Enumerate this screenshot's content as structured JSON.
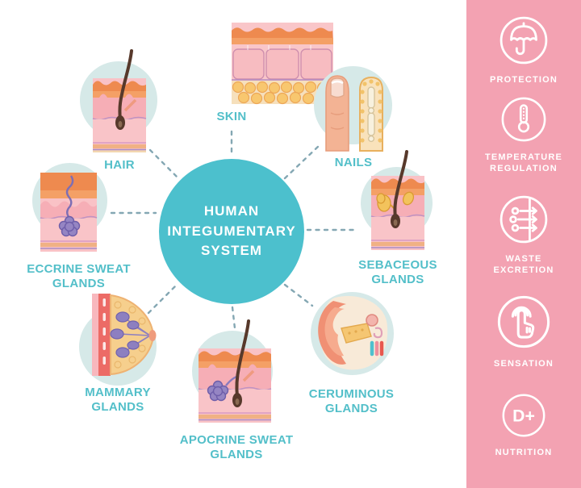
{
  "title": {
    "lines": [
      "HUMAN",
      "INTEGUMENTARY",
      "SYSTEM"
    ]
  },
  "nodes": [
    {
      "id": "skin",
      "label": "SKIN"
    },
    {
      "id": "nails",
      "label": "NAILS"
    },
    {
      "id": "sebaceous",
      "label": "SEBACEOUS GLANDS"
    },
    {
      "id": "ceruminous",
      "label": "CERUMINOUS GLANDS"
    },
    {
      "id": "apocrine",
      "label": "APOCRINE SWEAT GLANDS"
    },
    {
      "id": "mammary",
      "label": "MAMMARY GLANDS"
    },
    {
      "id": "eccrine",
      "label": "ECCRINE SWEAT GLANDS"
    },
    {
      "id": "hair",
      "label": "HAIR"
    }
  ],
  "sidebar": {
    "items": [
      {
        "icon": "umbrella-icon",
        "label": "PROTECTION"
      },
      {
        "icon": "thermometer-icon",
        "label": "TEMPERATURE REGULATION"
      },
      {
        "icon": "waste-excretion-icon",
        "label": "WASTE EXCRETION"
      },
      {
        "icon": "touch-sensation-icon",
        "label": "SENSATION"
      },
      {
        "icon": "vitamin-d-icon",
        "label": "NUTRITION",
        "icon_text": "D+"
      }
    ]
  },
  "colors": {
    "teal": "#4cc0cd",
    "pink": "#f3a2b2",
    "label_teal": "#53bfc9",
    "disc_blue": "#d6e9e8",
    "connector": "#84a7b3"
  }
}
